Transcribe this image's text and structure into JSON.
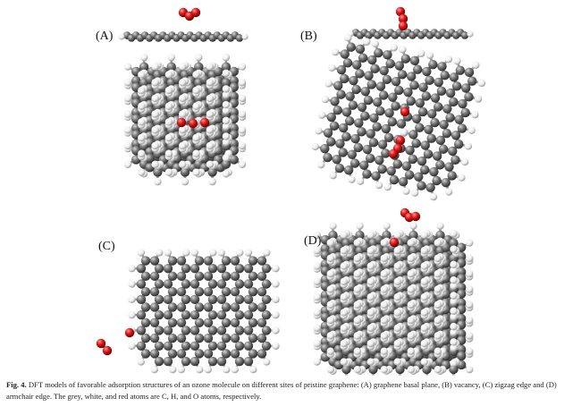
{
  "figure": {
    "panel_labels": [
      "(A)",
      "(B)",
      "(C)",
      "(D)"
    ],
    "caption_label": "Fig. 4.",
    "caption_text": "DFT models of favorable adsorption structures of an ozone molecule on different sites of pristine graphene: (A) graphene basal plane, (B) vacancy, (C) zigzag edge and (D) armchair edge. The grey, white, and red atoms are C, H, and O atoms, respectively.",
    "atom_colors": {
      "C": "#6b6b6b",
      "H": "#f2f2f2",
      "O": "#d41818"
    }
  }
}
